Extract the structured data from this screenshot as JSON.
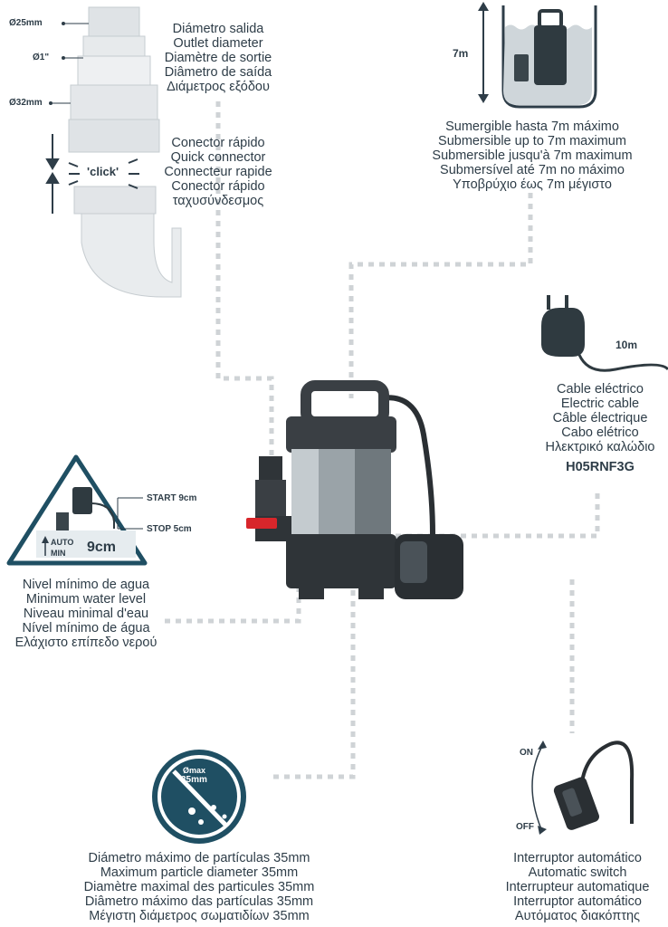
{
  "outlet": {
    "labels": [
      "Ø25mm",
      "Ø1\"",
      "Ø32mm"
    ],
    "lines": [
      "Diámetro salida",
      "Outlet diameter",
      "Diamètre de sortie",
      "Diâmetro de saída",
      "Διάμετρος εξόδου"
    ]
  },
  "connector": {
    "click": "'click'",
    "lines": [
      "Conector rápido",
      "Quick connector",
      "Connecteur rapide",
      "Conector rápido",
      "ταχυσύνδεσμος"
    ]
  },
  "submersible": {
    "depth": "7m",
    "lines": [
      "Sumergible hasta 7m máximo",
      "Submersible up to 7m maximum",
      "Submersible jusqu'à 7m maximum",
      "Submersível até 7m no máximo",
      "Υποβρύχιο έως 7m μέγιστο"
    ]
  },
  "cable": {
    "length": "10m",
    "lines": [
      "Cable eléctrico",
      "Electric cable",
      "Câble électrique",
      "Cabo elétrico",
      "Ηλεκτρικό καλώδιο"
    ],
    "code": "H05RNF3G"
  },
  "water_level": {
    "start": "START 9cm",
    "stop": "STOP 5cm",
    "auto": "AUTO",
    "min": "MIN",
    "value": "9cm",
    "lines": [
      "Nivel mínimo de agua",
      "Minimum water level",
      "Niveau minimal d'eau",
      "Nível mínimo de água",
      "Ελάχιστο επίπεδο νερού"
    ]
  },
  "particles": {
    "badge_top": "Ømax",
    "badge_bottom": "35mm",
    "lines": [
      "Diámetro máximo de partículas 35mm",
      "Maximum particle diameter 35mm",
      "Diamètre maximal des particules 35mm",
      "Diâmetro máximo das partículas 35mm",
      "Μέγιστη διάμετρος σωματιδίων 35mm"
    ]
  },
  "switch": {
    "on": "ON",
    "off": "OFF",
    "lines": [
      "Interruptor automático",
      "Automatic switch",
      "Interrupteur automatique",
      "Interruptor automático",
      "Αυτόματος διακόπτης"
    ]
  },
  "colors": {
    "text": "#2e3d48",
    "dashes": "#cfd3d6",
    "triangle": "#1f4f63",
    "pump_body": "#3a3f44",
    "handle_red": "#d8262b"
  }
}
